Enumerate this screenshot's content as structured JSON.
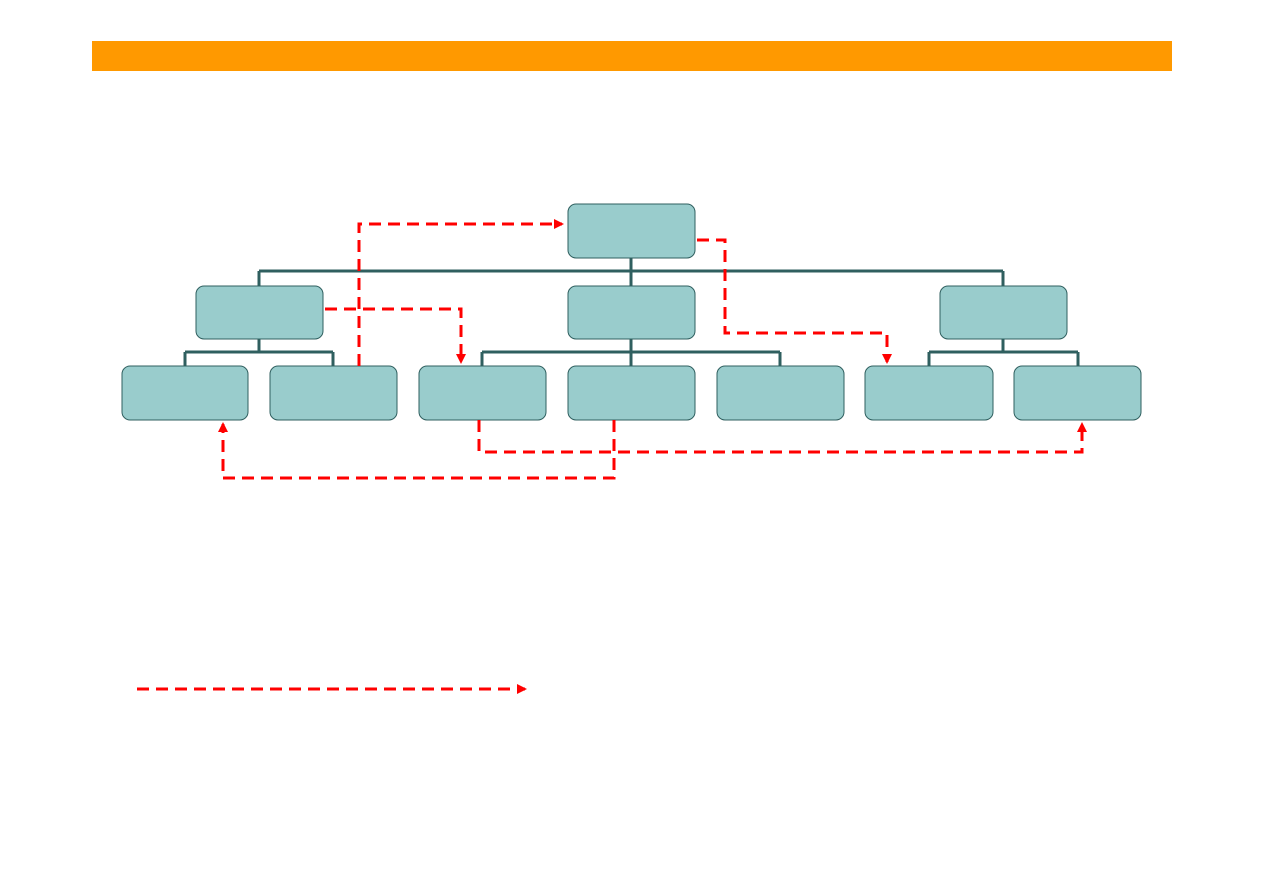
{
  "colors": {
    "title_bar": "#ff9900",
    "node_fill": "#99cccc",
    "node_stroke": "#2f5f5f",
    "tree_line": "#2f5f5f",
    "flow_line": "#ff0000"
  },
  "diagram": {
    "type": "org-chart",
    "nodes": [
      {
        "id": "root",
        "level": 0,
        "label": ""
      },
      {
        "id": "mid-left",
        "level": 1,
        "parent": "root",
        "label": ""
      },
      {
        "id": "mid-center",
        "level": 1,
        "parent": "root",
        "label": ""
      },
      {
        "id": "mid-right",
        "level": 1,
        "parent": "root",
        "label": ""
      },
      {
        "id": "leaf-1",
        "level": 2,
        "parent": "mid-left",
        "label": ""
      },
      {
        "id": "leaf-2",
        "level": 2,
        "parent": "mid-left",
        "label": ""
      },
      {
        "id": "leaf-3",
        "level": 2,
        "parent": "mid-center",
        "label": ""
      },
      {
        "id": "leaf-4",
        "level": 2,
        "parent": "mid-center",
        "label": ""
      },
      {
        "id": "leaf-5",
        "level": 2,
        "parent": "mid-center",
        "label": ""
      },
      {
        "id": "leaf-6",
        "level": 2,
        "parent": "mid-right",
        "label": ""
      },
      {
        "id": "leaf-7",
        "level": 2,
        "parent": "mid-right",
        "label": ""
      }
    ],
    "flows": [
      {
        "from": "leaf-2",
        "to": "root",
        "style": "dashed"
      },
      {
        "from": "root",
        "to": "leaf-6",
        "style": "dashed"
      },
      {
        "from": "mid-left",
        "to": "leaf-3",
        "style": "dashed"
      },
      {
        "from": "leaf-4",
        "to": "leaf-1",
        "style": "dashed"
      },
      {
        "from": "leaf-3",
        "to": "leaf-7",
        "style": "dashed"
      }
    ],
    "legend": [
      {
        "style": "dashed-arrow",
        "label": ""
      }
    ]
  }
}
